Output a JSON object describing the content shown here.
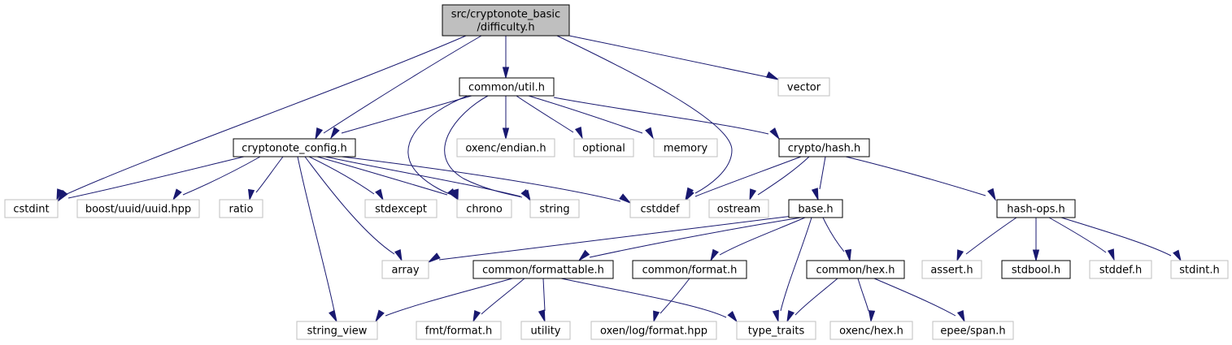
{
  "colors": {
    "root_fill": "#bfbfbf",
    "edge": "#191970",
    "node_border_strong": "#000000",
    "node_border_light": "#bfbfbf"
  },
  "nodes": {
    "root": {
      "lines": [
        "src/cryptonote_basic",
        "/difficulty.h"
      ]
    },
    "common_util": {
      "lines": [
        "common/util.h"
      ]
    },
    "vector": {
      "lines": [
        "vector"
      ]
    },
    "cryptonote_config": {
      "lines": [
        "cryptonote_config.h"
      ]
    },
    "oxenc_endian": {
      "lines": [
        "oxenc/endian.h"
      ]
    },
    "optional": {
      "lines": [
        "optional"
      ]
    },
    "memory": {
      "lines": [
        "memory"
      ]
    },
    "crypto_hash": {
      "lines": [
        "crypto/hash.h"
      ]
    },
    "cstdint": {
      "lines": [
        "cstdint"
      ]
    },
    "boost_uuid": {
      "lines": [
        "boost/uuid/uuid.hpp"
      ]
    },
    "ratio": {
      "lines": [
        "ratio"
      ]
    },
    "stdexcept": {
      "lines": [
        "stdexcept"
      ]
    },
    "chrono": {
      "lines": [
        "chrono"
      ]
    },
    "string": {
      "lines": [
        "string"
      ]
    },
    "cstddef": {
      "lines": [
        "cstddef"
      ]
    },
    "ostream": {
      "lines": [
        "ostream"
      ]
    },
    "base_h": {
      "lines": [
        "base.h"
      ]
    },
    "hash_ops": {
      "lines": [
        "hash-ops.h"
      ]
    },
    "array": {
      "lines": [
        "array"
      ]
    },
    "common_formattable": {
      "lines": [
        "common/formattable.h"
      ]
    },
    "common_format": {
      "lines": [
        "common/format.h"
      ]
    },
    "common_hex": {
      "lines": [
        "common/hex.h"
      ]
    },
    "assert_h": {
      "lines": [
        "assert.h"
      ]
    },
    "stdbool_h": {
      "lines": [
        "stdbool.h"
      ]
    },
    "stddef_h": {
      "lines": [
        "stddef.h"
      ]
    },
    "stdint_h": {
      "lines": [
        "stdint.h"
      ]
    },
    "string_view": {
      "lines": [
        "string_view"
      ]
    },
    "fmt_format": {
      "lines": [
        "fmt/format.h"
      ]
    },
    "utility": {
      "lines": [
        "utility"
      ]
    },
    "oxen_log_format": {
      "lines": [
        "oxen/log/format.hpp"
      ]
    },
    "type_traits": {
      "lines": [
        "type_traits"
      ]
    },
    "oxenc_hex": {
      "lines": [
        "oxenc/hex.h"
      ]
    },
    "epee_span": {
      "lines": [
        "epee/span.h"
      ]
    }
  }
}
